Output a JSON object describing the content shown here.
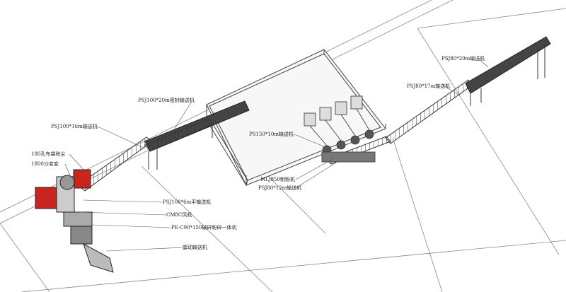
{
  "labels": {
    "psj100_20m_sealed": "PSJ100*20m密封输送机",
    "psj100_16m": "PSJ100*16m输送机",
    "bag_filter": "180孔布袋除尘",
    "sand_mill": "1800沙变变",
    "psj100_6m_flat": "PSJ100*6m平输送机",
    "cm8c_fan": "CM8C风机",
    "crusher_combo": "PE-C90*150破碎粉碎一体机",
    "vibrating_feeder": "震动输送机",
    "ps150_10m": "PS150*10m输送机",
    "mlj850": "MLJ850制粉机",
    "psj80_12m": "PSJ80*12m输送机",
    "psj80_17m": "PSJ80*17m输送机",
    "psj80_20m": "PSJ80*20m输送机"
  },
  "colors": {
    "line": "#3a3a3a",
    "machine_red": "#c8251f",
    "floor": "#ffffff"
  }
}
